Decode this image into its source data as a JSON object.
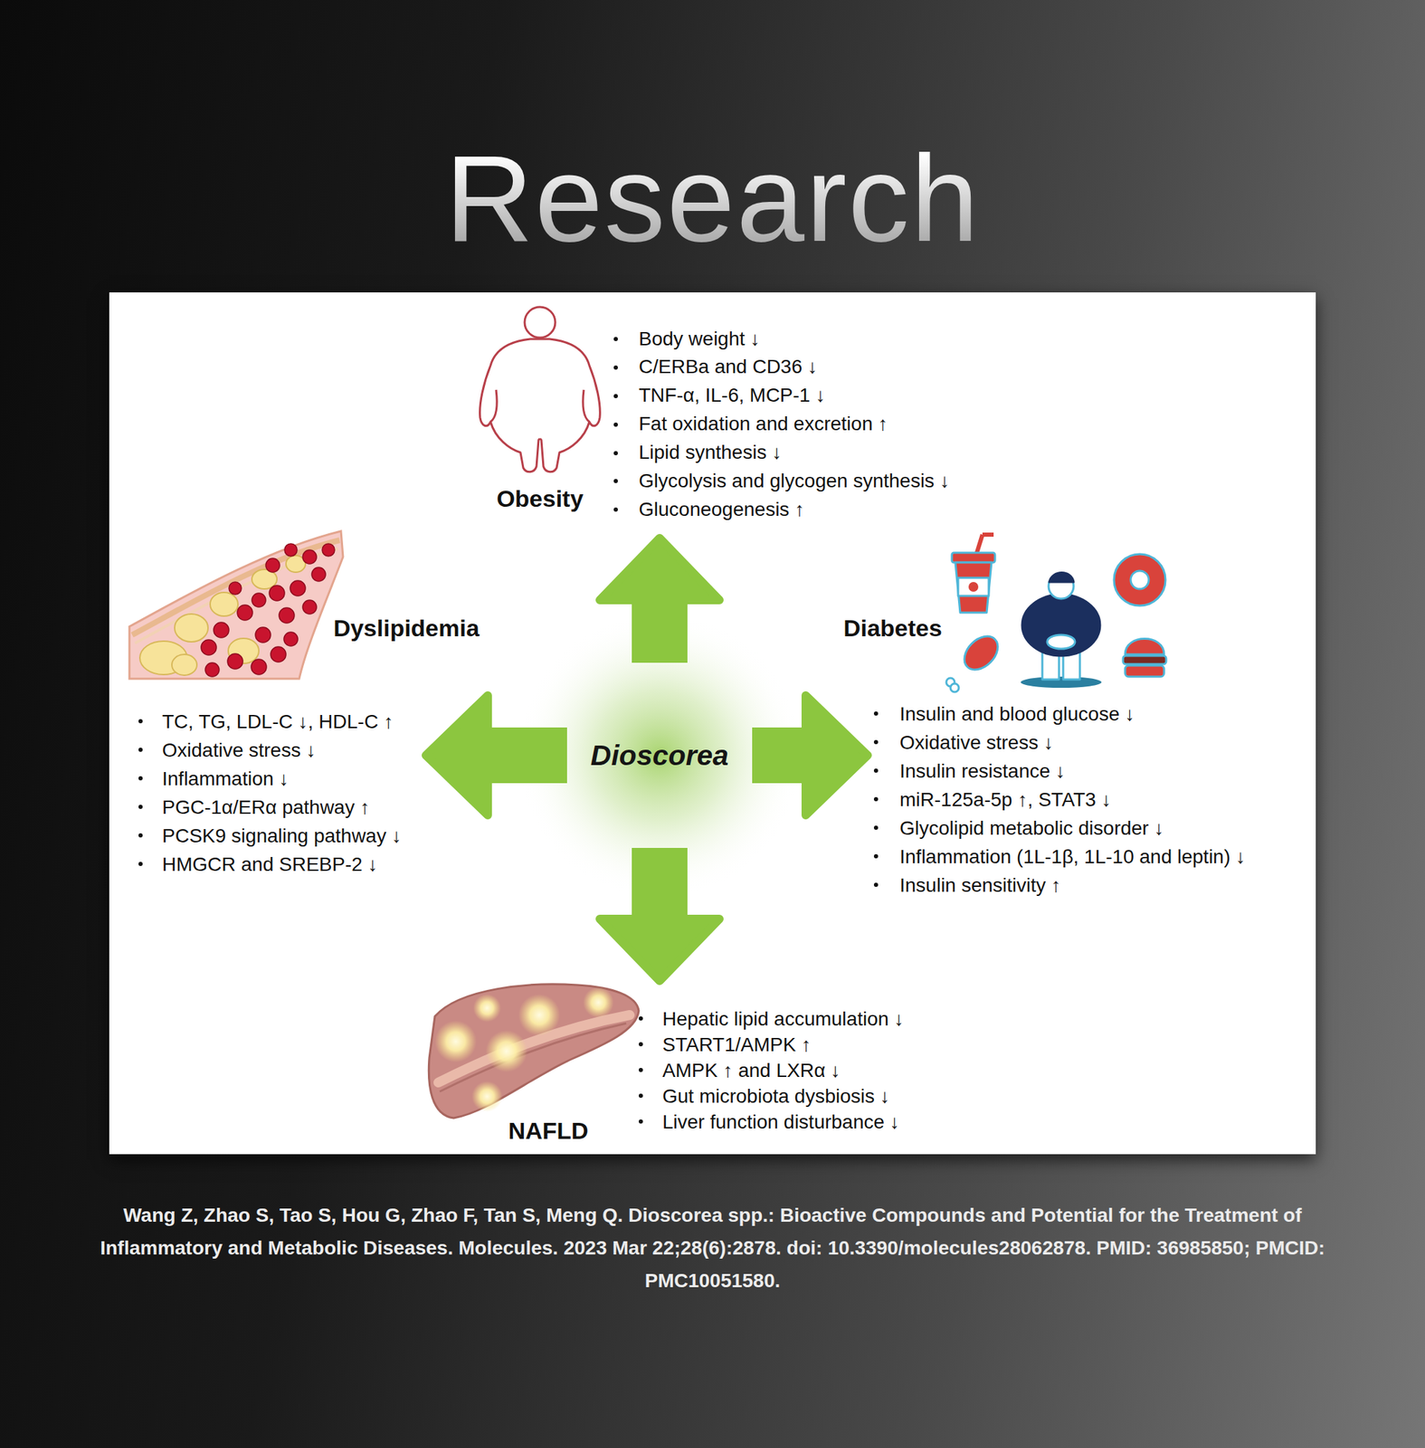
{
  "diagram": {
    "title": "Research",
    "caption": "Wang Z, Zhao S, Tao S, Hou G, Zhao F, Tan S, Meng Q. Dioscorea spp.: Bioactive Compounds and Potential for the Treatment of Inflammatory and Metabolic Diseases. Molecules. 2023 Mar 22;28(6):2878. doi: 10.3390/molecules28062878. PMID: 36985850; PMCID: PMC10051580.",
    "nodes": [
      {
        "text": [
          "Obesity",
          "Body weight ↓",
          "C/ERBa and CD36 ↓",
          "TNF-α, IL-6, MCP-1 ↓",
          "Fat oxidation and excretion ↑",
          "Lipid synthesis ↓",
          "Glycolysis and glycogen synthesis ↓",
          "Gluconeogenesis ↑"
        ]
      },
      {
        "text": [
          "Dyslipidemia",
          "TC, TG, LDL-C ↓, HDL-C ↑",
          "Oxidative stress ↓",
          "Inflammation ↓",
          "PGC-1α/ERα pathway ↑",
          "PCSK9 signaling pathway ↓",
          "HMGCR and SREBP-2 ↓"
        ]
      },
      {
        "text": [
          "Dioscorea"
        ]
      },
      {
        "text": [
          "Diabetes",
          "Insulin and blood glucose ↓",
          "Oxidative stress ↓",
          "Insulin resistance ↓",
          "miR-125a-5p ↑, STAT3 ↓",
          "Glycolipid metabolic disorder ↓",
          "Inflammation (1L-1β, 1L-10 and leptin) ↓",
          "Insulin sensitivity ↑"
        ]
      },
      {
        "text": [
          "NAFLD",
          "Hepatic lipid accumulation ↓",
          "START1/AMPK ↑",
          "AMPK ↑ and LXRα ↓",
          "Gut microbiota dysbiosis ↓",
          "Liver function disturbance ↓"
        ]
      }
    ],
    "edges": [
      {
        "from": 2,
        "to": 0,
        "arrow": "to"
      },
      {
        "from": 2,
        "to": 1,
        "arrow": "to"
      },
      {
        "from": 2,
        "to": 3,
        "arrow": "to"
      },
      {
        "from": 2,
        "to": 4,
        "arrow": "to"
      }
    ]
  }
}
